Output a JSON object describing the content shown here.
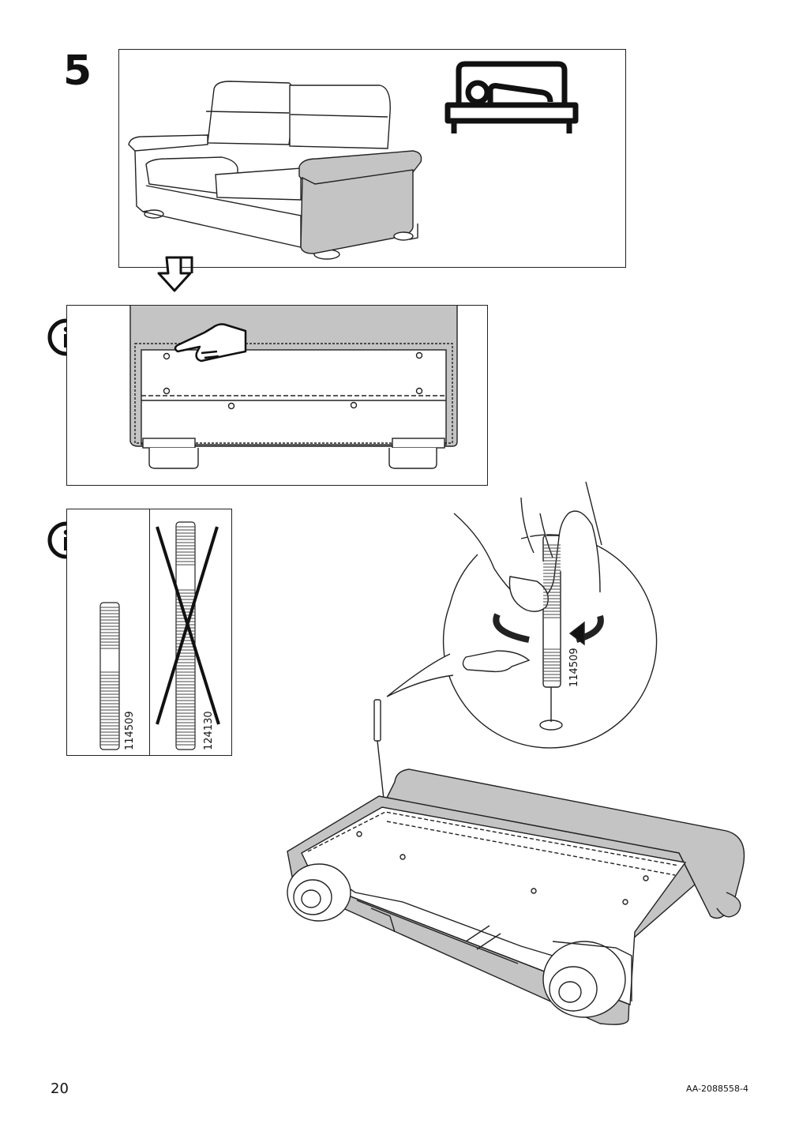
{
  "step": {
    "number": "5"
  },
  "screws": {
    "correct_code": "114509",
    "wrong_code": "124130",
    "detail_code": "114509"
  },
  "footer": {
    "page_number": "20",
    "doc_id": "AA-2088558-4"
  },
  "icons": {
    "info": "info-icon",
    "bed": "bed-icon",
    "arrow": "down-arrow-icon",
    "pointing_hand": "pointing-hand-icon"
  },
  "colors": {
    "upholstery_gray": "#bdbdbd",
    "line": "#111111",
    "background": "#ffffff"
  }
}
